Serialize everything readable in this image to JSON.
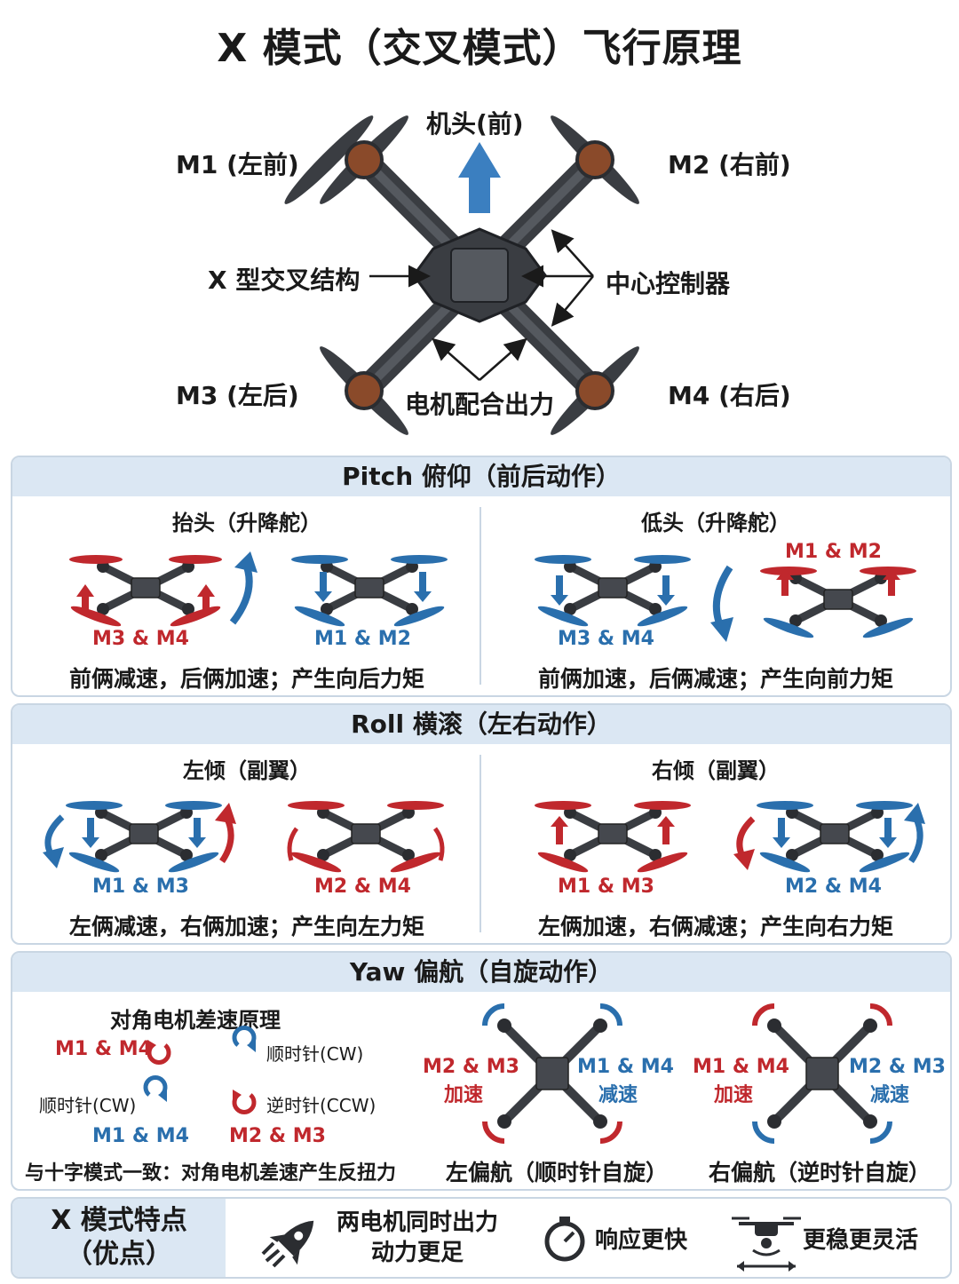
{
  "title": "X 模式（交叉模式）飞行原理",
  "top": {
    "nose": "机头(前)",
    "m1": "M1 (左前)",
    "m2": "M2 (右前)",
    "m3": "M3 (左后)",
    "m4": "M4 (右后)",
    "frame": "X 型交叉结构",
    "controller": "中心控制器",
    "motors": "电机配合出力"
  },
  "pitch": {
    "header": "Pitch 俯仰（前后动作）",
    "left": {
      "title": "抬头（升降舵）",
      "tag_red": "M3 & M4",
      "tag_blue": "M1 & M2",
      "caption": "前俩减速，后俩加速；产生向后力矩"
    },
    "right": {
      "title": "低头（升降舵）",
      "tag_red": "M1 & M2",
      "tag_blue": "M3 & M4",
      "caption": "前俩加速，后俩减速；产生向前力矩"
    }
  },
  "roll": {
    "header": "Roll 横滚（左右动作）",
    "left": {
      "title": "左倾（副翼）",
      "tag_blue": "M1 & M3",
      "tag_red": "M2 & M4",
      "caption": "左俩减速，右俩加速；产生向左力矩"
    },
    "right": {
      "title": "右倾（副翼）",
      "tag_red": "M1 & M3",
      "tag_blue": "M2 & M4",
      "caption": "左俩加速，右俩减速；产生向右力矩"
    }
  },
  "yaw": {
    "header": "Yaw 偏航（自旋动作）",
    "principle_title": "对角电机差速原理",
    "legend_m14": "M1 & M4",
    "legend_cw": "顺时针(CW)",
    "legend_cw2": "顺时针(CW)",
    "legend_ccw": "逆时针(CCW)",
    "legend_m14b": "M1 & M4",
    "legend_m23": "M2 & M3",
    "note": "与十字模式一致：对角电机差速产生反扭力",
    "left_yaw": {
      "a_tag": "M2 & M3",
      "a_act": "加速",
      "b_tag": "M1 & M4",
      "b_act": "减速",
      "caption": "左偏航（顺时针自旋）"
    },
    "right_yaw": {
      "a_tag": "M1 & M4",
      "a_act": "加速",
      "b_tag": "M2 & M3",
      "b_act": "减速",
      "caption": "右偏航（逆时针自旋）"
    }
  },
  "features": {
    "header_line1": "X 模式特点",
    "header_line2": "（优点）",
    "f1_line1": "两电机同时出力",
    "f1_line2": "动力更足",
    "f2": "响应更快",
    "f3": "更稳更灵活",
    "icons": [
      "rocket-icon",
      "stopwatch-icon",
      "drone-icon"
    ]
  },
  "colors": {
    "red": "#c0282d",
    "blue": "#2a6fad",
    "frame": "#3a3d42",
    "panel": "#dbe7f3"
  }
}
